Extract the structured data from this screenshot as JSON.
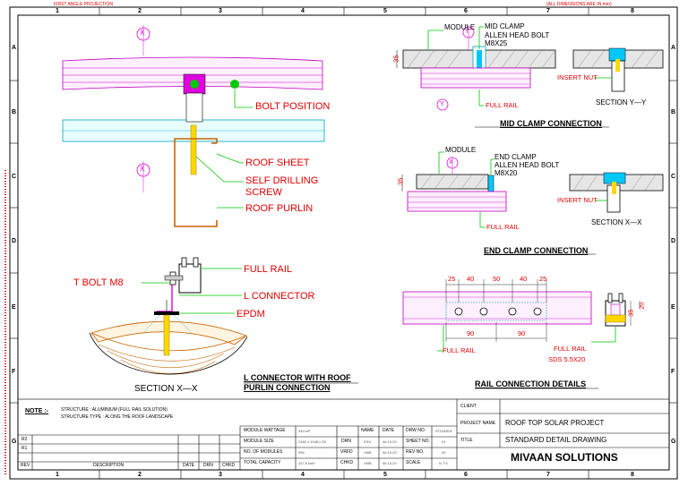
{
  "header": {
    "projection": "FIRST ANGLE PROJECTION",
    "units_note": "(ALL DIMENSIONS ARE IN mm)"
  },
  "grid": {
    "columns": [
      "1",
      "2",
      "3",
      "4",
      "5",
      "6",
      "7",
      "8"
    ],
    "rows": [
      "A",
      "B",
      "C",
      "D",
      "E",
      "F",
      "G"
    ]
  },
  "left_view": {
    "bolt_position": "BOLT POSITION",
    "roof_sheet": "ROOF SHEET",
    "self_drilling_screw_line1": "SELF DRILLING",
    "self_drilling_screw_line2": "SCREW",
    "roof_purlin": "ROOF PURLIN",
    "full_rail": "FULL RAIL",
    "t_bolt": "T BOLT M8",
    "l_connector": "L CONNECTOR",
    "epdm": "EPDM",
    "section_x": "SECTION X—X",
    "caption_line1": "L CONNECTOR WITH ROOF",
    "caption_line2": "PURLIN CONNECTION"
  },
  "mid_clamp": {
    "module": "MODULE",
    "mid_clamp": "MID CLAMP",
    "allen_bolt": "ALLEN HEAD BOLT",
    "bolt_size": "M8X25",
    "dim": "35",
    "full_rail": "FULL RAIL",
    "insert_nut": "INSERT NUT",
    "section": "SECTION Y—Y",
    "caption": "MID CLAMP CONNECTION"
  },
  "end_clamp": {
    "module": "MODULE",
    "end_clamp": "END CLAMP",
    "allen_bolt": "ALLEN HEAD BOLT",
    "bolt_size": "M8X20",
    "dim": "35",
    "full_rail": "FULL RAIL",
    "insert_nut": "INSERT NUT",
    "section": "SECTION X—X",
    "caption": "END CLAMP CONNECTION"
  },
  "rail": {
    "top_dims": [
      "25",
      "40",
      "50",
      "40",
      "25"
    ],
    "bottom_dims": [
      "90",
      "90"
    ],
    "dim_35": "35",
    "dim_20": "20",
    "full_rail_left": "FULL RAIL",
    "full_rail_right": "FULL RAIL",
    "sds": "SDS 5.5X20",
    "caption": "RAIL CONNECTION DETAILS"
  },
  "notes": {
    "title": "NOTE :-",
    "line1": "STRUCTURE : ALUMINIUM (FULL RAIL SOLUTION)",
    "line2": "STRUCTURE TYPE : ALONG THE ROOF LANDSCAPE"
  },
  "revisions": {
    "rows": [
      "R2",
      "R1"
    ],
    "rev_header": "REV",
    "desc_header": "DESCRIPTION",
    "date_header": "DATE",
    "drn_header": "DRN",
    "chkd_header": "CHKD"
  },
  "module_info": [
    {
      "label": "MODULE WATTAGE",
      "value": "440 wP"
    },
    {
      "label": "MODULE SIZE",
      "value": "2182 x 1048 x 35"
    },
    {
      "label": "NO. OF MODULES",
      "value": "995"
    },
    {
      "label": "TOTAL CAPACITY",
      "value": "437.8 kwP"
    }
  ],
  "approvals": {
    "name_header": "NAME",
    "date_header": "DATE",
    "rows": [
      {
        "role": "DRN",
        "name": "ESU",
        "date": "06.10.20"
      },
      {
        "role": "VRFD",
        "name": "VMB",
        "date": "06.10.20"
      },
      {
        "role": "CHKD",
        "name": "VMB",
        "date": "06.10.20"
      }
    ]
  },
  "drawing_info": [
    {
      "label": "DRW NO.",
      "value": "STD/AS01"
    },
    {
      "label": "SHEET NO.",
      "value": "01"
    },
    {
      "label": "REV NO.",
      "value": "00"
    },
    {
      "label": "SCALE",
      "value": "N.T.S"
    }
  ],
  "title_block": {
    "client_label": "CLIENT",
    "client_value": "",
    "project_label": "PROJECT NAME",
    "project_value": "ROOF TOP SOLAR PROJECT",
    "title_label": "TITLE",
    "title_value": "STANDARD DETAIL DRAWING",
    "company": "MIVAAN SOLUTIONS"
  },
  "symbol": "X",
  "symbol_y": "Y"
}
